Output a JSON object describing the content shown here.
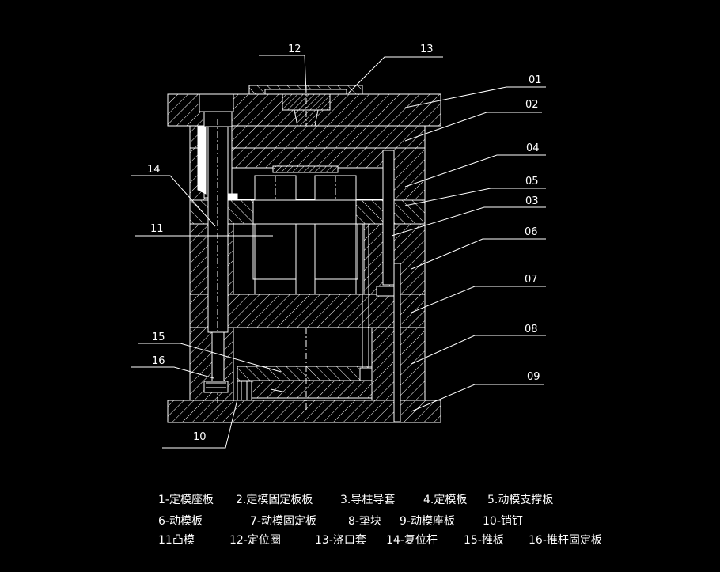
{
  "callouts": {
    "c01": "01",
    "c02": "02",
    "c03": "03",
    "c04": "04",
    "c05": "05",
    "c06": "06",
    "c07": "07",
    "c08": "08",
    "c09": "09",
    "c10": "10",
    "c11": "11",
    "c12": "12",
    "c13": "13",
    "c14": "14",
    "c15": "15",
    "c16": "16"
  },
  "legend": {
    "l1": "1-定模座板",
    "l2": "2.定模固定板板",
    "l3": "3.导柱导套",
    "l4": "4.定模板",
    "l5": "5.动模支撑板",
    "l6": "6-动模板",
    "l7": "7-动模固定板",
    "l8": "8-垫块",
    "l9": "9-动模座板",
    "l10": "10-销钉",
    "l11": "11凸模",
    "l12": "12-定位圈",
    "l13": "13-浇口套",
    "l14": "14-复位杆",
    "l15": "15-推板",
    "l16": "16-推杆固定板"
  },
  "colors": {
    "background": "#000000",
    "lines": "#ffffff",
    "leaders": "#ffffff"
  }
}
